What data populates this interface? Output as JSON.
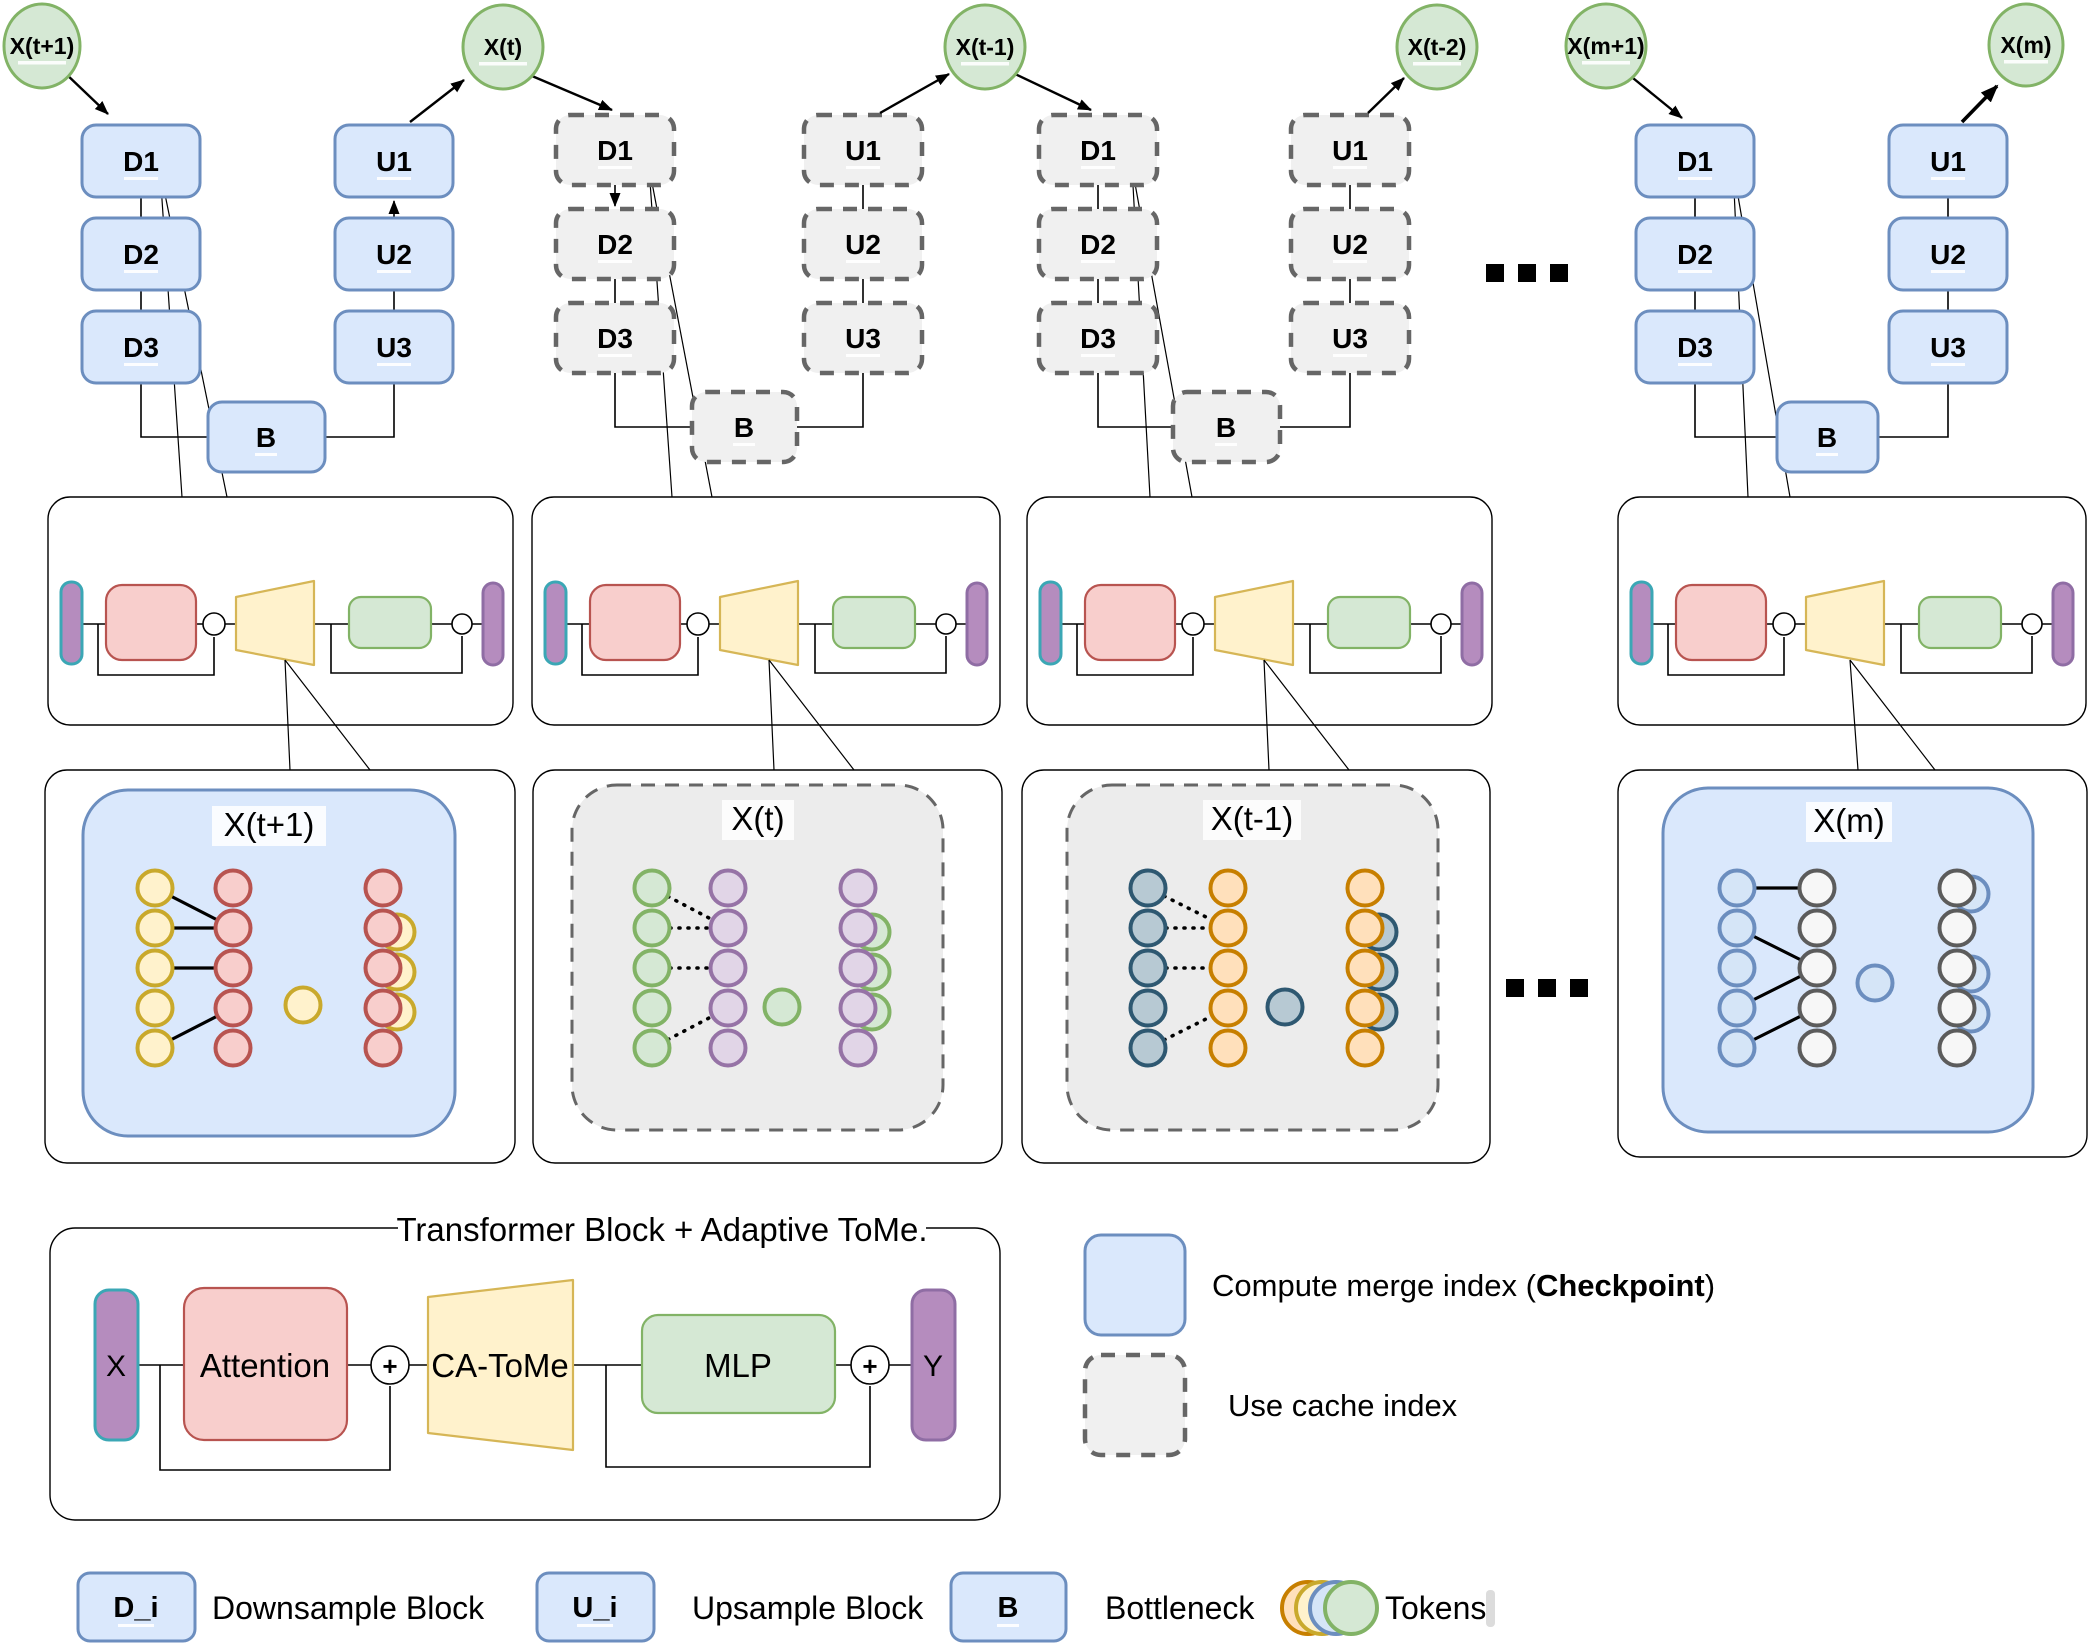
{
  "palette": {
    "checkpoint_fill": "#dae8fc",
    "checkpoint_stroke": "#6c8ebf",
    "cache_fill": "#f0f0f0",
    "cache_stroke": "#666666",
    "timestep_fill": "#d5e8d4",
    "timestep_stroke": "#82b366",
    "attention_fill": "#f8cecc",
    "attention_stroke": "#b85450",
    "ca_tome_fill": "#fff2cc",
    "ca_tome_stroke": "#d6b656",
    "mlp_fill": "#d5e8d4",
    "mlp_stroke": "#82b366",
    "io_bar_fill": "#b58cbe",
    "x_bar_stroke": "#3ba7b5",
    "y_bar_stroke": "#8f6da4",
    "token_yellow": "#fff2cc",
    "token_red": "#f8cecc",
    "token_green": "#d5e8d4",
    "token_purple": "#e1d5e7",
    "token_steel": "#b7c9d3",
    "token_orange": "#ffe0bb",
    "token_blue": "#d5e5f7",
    "token_gray": "#f7f7f7"
  },
  "timesteps": [
    "X(t+1)",
    "X(t)",
    "X(t-1)",
    "X(t-2)",
    "X(m+1)",
    "X(m)"
  ],
  "ellipsis": "...",
  "unets": [
    {
      "style": "checkpoint",
      "blocks": {
        "d1": "D1",
        "d2": "D2",
        "d3": "D3",
        "b": "B",
        "u1": "U1",
        "u2": "U2",
        "u3": "U3"
      }
    },
    {
      "style": "cache",
      "blocks": {
        "d1": "D1",
        "d2": "D2",
        "d3": "D3",
        "b": "B",
        "u1": "U1",
        "u2": "U2",
        "u3": "U3"
      }
    },
    {
      "style": "cache",
      "blocks": {
        "d1": "D1",
        "d2": "D2",
        "d3": "D3",
        "b": "B",
        "u1": "U1",
        "u2": "U2",
        "u3": "U3"
      }
    },
    {
      "style": "checkpoint",
      "blocks": {
        "d1": "D1",
        "d2": "D2",
        "d3": "D3",
        "b": "B",
        "u1": "U1",
        "u2": "U2",
        "u3": "U3"
      }
    }
  ],
  "token_panels": [
    {
      "title": "X(t+1)",
      "container": "checkpoint",
      "left_tokens": 5,
      "merged_tokens": 5,
      "link_style": "solid",
      "links": [
        [
          1,
          2
        ],
        [
          2,
          2
        ],
        [
          3,
          3
        ],
        [
          5,
          4
        ]
      ],
      "stacked_rows": [
        2,
        3,
        4
      ]
    },
    {
      "title": "X(t)",
      "container": "cache",
      "left_tokens": 5,
      "merged_tokens": 5,
      "link_style": "dotted",
      "links": [
        [
          1,
          2
        ],
        [
          2,
          2
        ],
        [
          3,
          3
        ],
        [
          5,
          4
        ]
      ],
      "stacked_rows": [
        2,
        3,
        4
      ]
    },
    {
      "title": "X(t-1)",
      "container": "cache",
      "left_tokens": 5,
      "merged_tokens": 5,
      "link_style": "dotted",
      "links": [
        [
          1,
          2
        ],
        [
          2,
          2
        ],
        [
          3,
          3
        ],
        [
          5,
          4
        ]
      ],
      "stacked_rows": [
        2,
        3,
        4
      ]
    },
    {
      "title": "X(m)",
      "container": "checkpoint",
      "left_tokens": 5,
      "merged_tokens": 5,
      "link_style": "solid",
      "links": [
        [
          1,
          1
        ],
        [
          2,
          3
        ],
        [
          4,
          3
        ],
        [
          5,
          4
        ]
      ],
      "stacked_rows": [
        1,
        3,
        4
      ]
    }
  ],
  "transformer_detail": {
    "title": "Transformer Block + Adaptive ToMe.",
    "x_label": "X",
    "attention_label": "Attention",
    "plus_label": "+",
    "ca_tome_label": "CA-ToMe",
    "mlp_label": "MLP",
    "y_label": "Y"
  },
  "legend": {
    "compute_pre": "Compute merge index (",
    "compute_bold": "Checkpoint",
    "compute_post": ")",
    "cache": "Use cache index"
  },
  "bottom_legend": {
    "d_box": "D_i",
    "d_label": "Downsample Block",
    "u_box": "U_i",
    "u_label": "Upsample Block",
    "b_box": "B",
    "b_label": "Bottleneck",
    "tokens_label": "Tokens"
  }
}
